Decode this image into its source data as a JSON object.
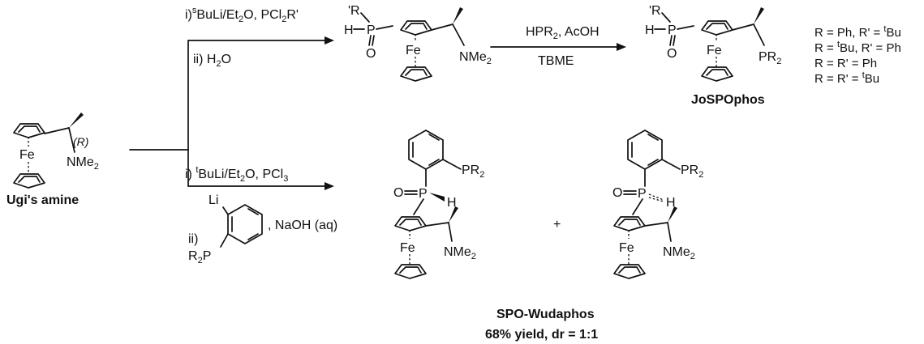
{
  "start": {
    "metal": "Fe",
    "stereo": "(R)",
    "amine": "NMe",
    "amine_sub": "2",
    "name": "Ugi's amine"
  },
  "route_top": {
    "step1": "i)",
    "step1_sup": "s",
    "step1_rest": "BuLi/Et",
    "step1_sub": "2",
    "step1_rest2": "O, PCl",
    "step1_sub2": "2",
    "step1_rest3": "R'",
    "step2": "ii) H",
    "step2_sub": "2",
    "step2_rest": "O"
  },
  "intermediate": {
    "r_label": "'R",
    "h": "H",
    "p": "P",
    "o": "O",
    "metal": "Fe",
    "amine": "NMe",
    "amine_sub": "2"
  },
  "step3": {
    "reagent": "HPR",
    "reagent_sub": "2",
    "reagent_rest": ", AcOH",
    "solvent": "TBME"
  },
  "product_top": {
    "r_label": "'R",
    "h": "H",
    "p": "P",
    "o": "O",
    "metal": "Fe",
    "pr": "PR",
    "pr_sub": "2",
    "name": "JoSPOphos"
  },
  "r_definitions": [
    {
      "a": "R = Ph, R' = ",
      "sup": "t",
      "b": "Bu"
    },
    {
      "a": "R = ",
      "sup": "t",
      "b": "Bu, R' = Ph"
    },
    {
      "a": "R = R' = Ph",
      "sup": "",
      "b": ""
    },
    {
      "a": "R = R' = ",
      "sup": "t",
      "b": "Bu"
    }
  ],
  "route_bottom": {
    "step1": "i) ",
    "step1_sup": "t",
    "step1_rest": "BuLi/Et",
    "step1_sub": "2",
    "step1_rest2": "O, PCl",
    "step1_sub2": "3",
    "step2": "ii)",
    "li": "Li",
    "r2p": "R",
    "r2p_sub": "2",
    "r2p_rest": "P",
    "base": ", NaOH (aq)"
  },
  "product_bottom": {
    "o": "O",
    "p": "P",
    "h": "H",
    "pr": "PR",
    "pr_sub": "2",
    "metal": "Fe",
    "amine": "NMe",
    "amine_sub": "2",
    "plus": "+",
    "name": "SPO-Wudaphos",
    "yield": "68% yield, dr = 1:1"
  }
}
